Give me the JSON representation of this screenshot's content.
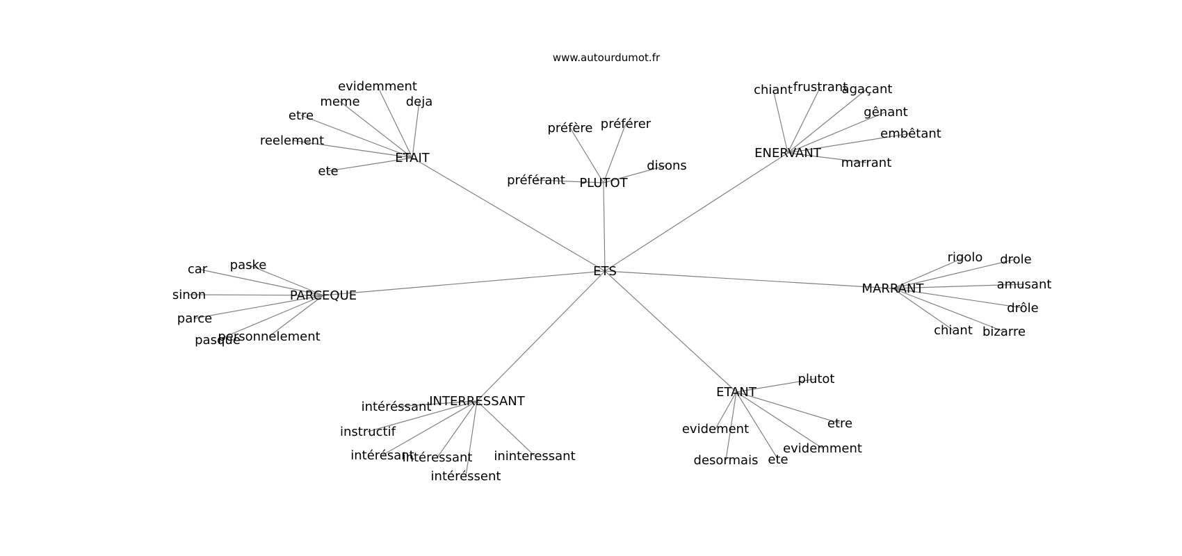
{
  "credit": "www.autourdumot.fr",
  "colors": {
    "edge": "#808080",
    "text": "#000000",
    "background": "#ffffff"
  },
  "root": "ETS",
  "clusters": [
    {
      "hub": "ETAIT",
      "words": [
        "evidemment",
        "meme",
        "deja",
        "etre",
        "reelement",
        "ete"
      ]
    },
    {
      "hub": "PLUTOT",
      "words": [
        "préfère",
        "préférer",
        "disons",
        "préférant"
      ]
    },
    {
      "hub": "ENERVANT",
      "words": [
        "chiant",
        "frustrant",
        "agaçant",
        "gênant",
        "embêtant",
        "marrant"
      ]
    },
    {
      "hub": "PARCEQUE",
      "words": [
        "paske",
        "car",
        "sinon",
        "parce",
        "personnelement",
        "pasque"
      ]
    },
    {
      "hub": "MARRANT",
      "words": [
        "rigolo",
        "drole",
        "amusant",
        "drôle",
        "chiant",
        "bizarre"
      ]
    },
    {
      "hub": "INTERRESSANT",
      "words": [
        "intéréssant",
        "instructif",
        "intérésant",
        "intéressant",
        "ininteressant",
        "intéréssent"
      ]
    },
    {
      "hub": "ETANT",
      "words": [
        "plutot",
        "evidement",
        "etre",
        "evidemment",
        "desormais",
        "ete"
      ]
    }
  ]
}
